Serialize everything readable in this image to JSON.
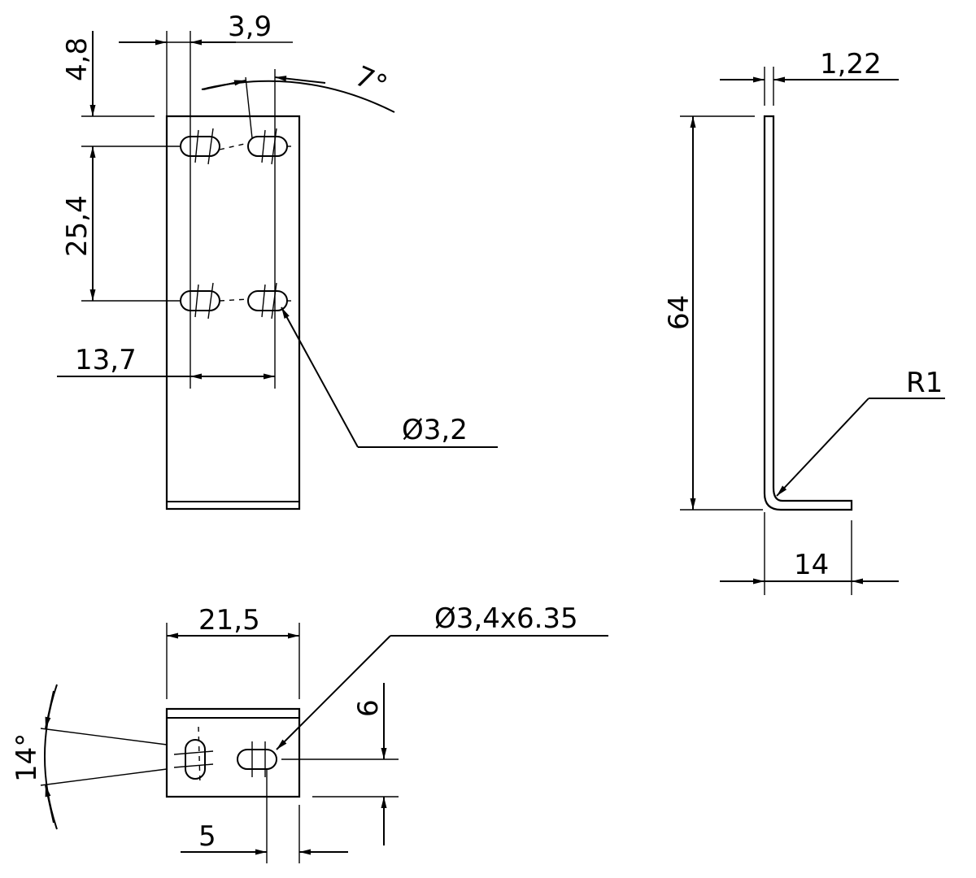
{
  "dimensions": {
    "front_top_width": "3,9",
    "front_top_offset": "4,8",
    "front_angle": "7°",
    "front_hole_pitch": "25,4",
    "front_hole_spacing": "13,7",
    "front_hole_diameter": "3,2",
    "side_thickness": "1,22",
    "side_height": "64",
    "side_radius": "R1",
    "side_flange": "14",
    "bottom_width": "21,5",
    "bottom_slot": "3,4x6.35",
    "bottom_angle": "14°",
    "bottom_offset": "6",
    "bottom_edge": "5"
  },
  "symbols": {
    "diameter": "Ø"
  },
  "colors": {
    "line": "#000000",
    "background": "#ffffff"
  }
}
